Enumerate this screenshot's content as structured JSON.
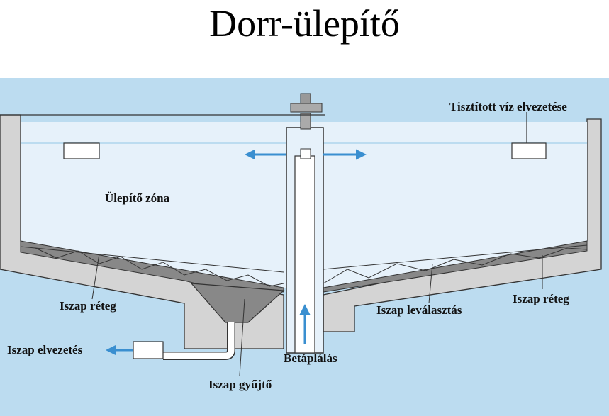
{
  "title": "Dorr-ülepítő",
  "labels": {
    "clean_water_outlet": "Tisztított víz elvezetése",
    "settling_zone": "Ülepítő zóna",
    "sludge_layer_left": "Iszap réteg",
    "sludge_layer_right": "Iszap réteg",
    "sludge_separation": "Iszap leválasztás",
    "sludge_drain": "Iszap elvezetés",
    "feed": "Betáplálás",
    "sludge_collector": "Iszap gyűjtő"
  },
  "colors": {
    "background": "#bcdcf0",
    "water": "#e6f1fa",
    "concrete": "#d4d4d4",
    "sludge": "#888888",
    "arrow": "#3a8fd0",
    "outline": "#333333"
  }
}
